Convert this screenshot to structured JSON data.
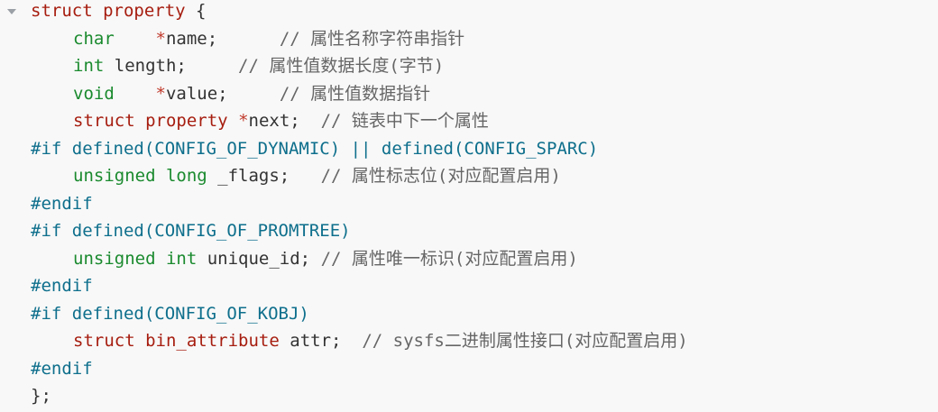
{
  "icons": {
    "fold": "chevron-down-icon"
  },
  "colors": {
    "background": "#f8f8f8",
    "keyword": "#a61d0f",
    "type": "#1a8a2e",
    "preprocessor": "#0e6f8c",
    "comment": "#666666",
    "plain": "#333333"
  },
  "code": {
    "l1": {
      "kw1": "struct",
      "kw2": "property",
      "rest": " {"
    },
    "l2": {
      "type": "char",
      "gap": "    ",
      "star": "*",
      "name": "name;",
      "pad": "      ",
      "comment": "// 属性名称字符串指针"
    },
    "l3": {
      "type": "int",
      "name": " length;",
      "pad": "     ",
      "comment": "// 属性值数据长度(字节)"
    },
    "l4": {
      "type": "void",
      "gap": "    ",
      "star": "*",
      "name": "value;",
      "pad": "     ",
      "comment": "// 属性值数据指针"
    },
    "l5": {
      "kw1": "struct",
      "kw2": "property",
      "star": "*",
      "name": "next;",
      "pad": "  ",
      "comment": "// 链表中下一个属性"
    },
    "l6": {
      "text": "#if defined(CONFIG_OF_DYNAMIC) || defined(CONFIG_SPARC)"
    },
    "l7": {
      "type": "unsigned long",
      "name": " _flags;",
      "pad": "   ",
      "comment": "// 属性标志位(对应配置启用)"
    },
    "l8": {
      "text": "#endif"
    },
    "l9": {
      "text": "#if defined(CONFIG_OF_PROMTREE)"
    },
    "l10": {
      "type": "unsigned int",
      "name": " unique_id;",
      "pad": " ",
      "comment": "// 属性唯一标识(对应配置启用)"
    },
    "l11": {
      "text": "#endif"
    },
    "l12": {
      "text": "#if defined(CONFIG_OF_KOBJ)"
    },
    "l13": {
      "kw1": "struct",
      "kw2": "bin_attribute",
      "name": " attr;",
      "pad": "  ",
      "comment": "// sysfs二进制属性接口(对应配置启用)"
    },
    "l14": {
      "text": "#endif"
    },
    "l15": {
      "text": "};"
    }
  }
}
